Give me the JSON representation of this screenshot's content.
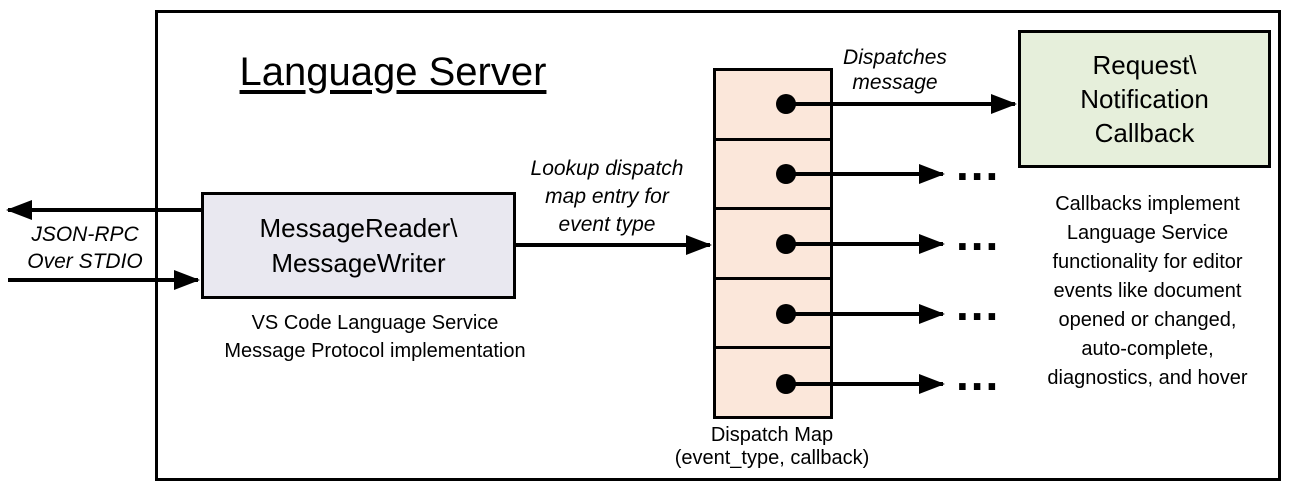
{
  "diagram": {
    "title": "Language Server",
    "io_label": "JSON-RPC\nOver STDIO",
    "reader_box_label": "MessageReader\\\nMessageWriter",
    "reader_caption": "VS Code Language Service\nMessage Protocol implementation",
    "lookup_label": "Lookup dispatch\nmap entry for\nevent type",
    "dispatches_label": "Dispatches\nmessage",
    "callback_box_label": "Request\\\nNotification\nCallback",
    "callback_caption": "Callbacks implement\nLanguage Service\nfunctionality for editor\nevents like document\nopened or changed,\nauto-complete,\ndiagnostics, and hover",
    "map_caption": "Dispatch Map\n(event_type, callback)",
    "ellipsis": "...",
    "dispatch_map_cells": 5,
    "colors": {
      "reader_box_fill": "#E9E8F0",
      "dispatch_map_fill": "#FBE7DA",
      "callback_box_fill": "#E6EFDB",
      "line": "#000000",
      "background": "#FFFFFF"
    }
  }
}
